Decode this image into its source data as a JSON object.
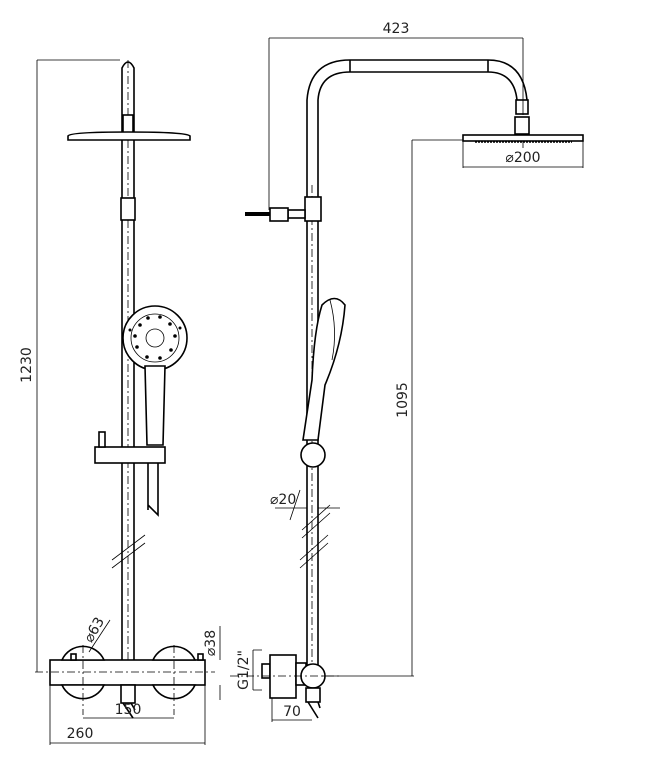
{
  "drawing": {
    "title": "Shower column dimensions",
    "dimensions": {
      "arm_reach": "423",
      "head_diameter": "⌀200",
      "total_height": "1230",
      "head_height": "1095",
      "pipe_diameter": "⌀20",
      "knob_diameter": "⌀63",
      "body_diameter": "⌀38",
      "inlet_thread": "G1/2\"",
      "inlet_spacing": "150",
      "body_width": "260",
      "wall_offset": "70"
    }
  }
}
